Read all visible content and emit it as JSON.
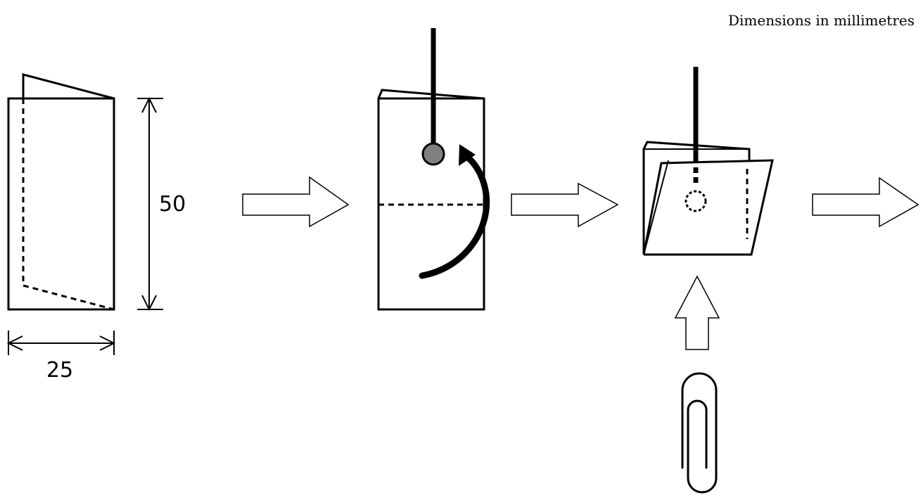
{
  "caption": "Dimensions in millimetres",
  "dimensions": {
    "height_label": "50",
    "width_label": "25"
  },
  "colors": {
    "line": "#000000",
    "hole_fill": "#808080",
    "background": "#ffffff"
  },
  "icons": {
    "step_arrow": "hollow-right-arrow",
    "insert_arrow": "hollow-up-arrow",
    "paperclip": "paperclip-icon",
    "rotation": "curved-arrow-icon"
  }
}
